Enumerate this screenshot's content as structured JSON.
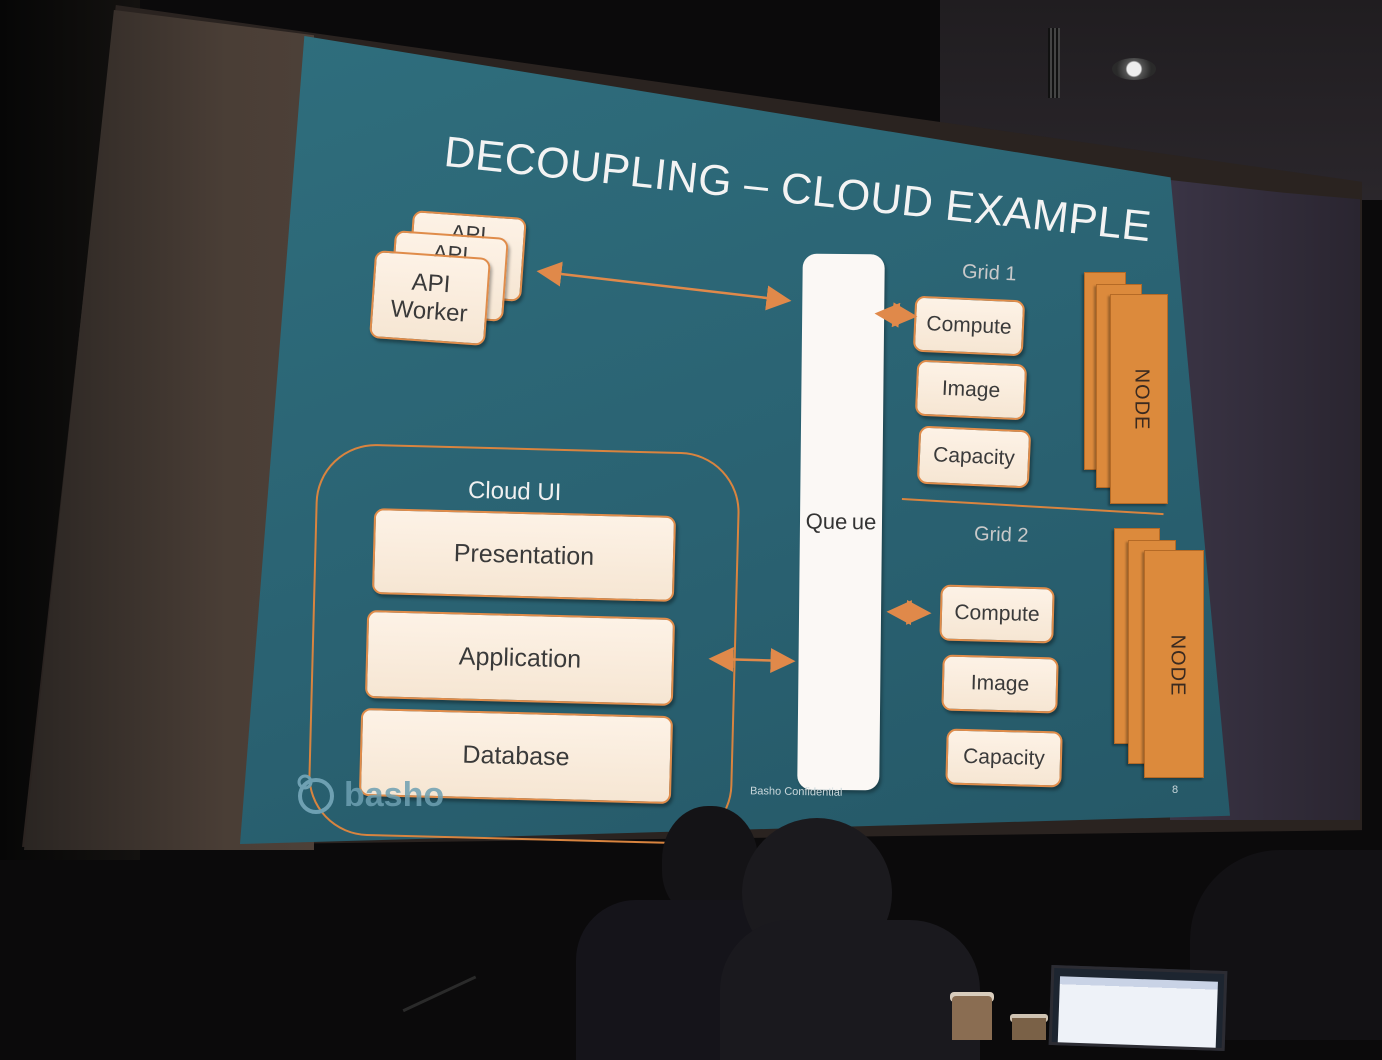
{
  "slide": {
    "title": "DECOUPLING – CLOUD EXAMPLE",
    "api_worker": {
      "back_label_1": "API",
      "back_label_2": "API",
      "line1": "API",
      "line2": "Worker"
    },
    "cloud_ui": {
      "label": "Cloud UI",
      "layers": [
        "Presentation",
        "Application",
        "Database"
      ]
    },
    "queue": {
      "line1": "Que",
      "line2": "ue"
    },
    "grid1": {
      "label": "Grid 1",
      "items": [
        "Compute",
        "Image",
        "Capacity"
      ],
      "node_label": "NODE"
    },
    "grid2": {
      "label": "Grid 2",
      "items": [
        "Compute",
        "Image",
        "Capacity"
      ],
      "node_label": "NODE"
    },
    "footer": {
      "confidential": "Basho Confidential",
      "page_number": "8",
      "logo_text": "basho"
    }
  },
  "colors": {
    "slide_background": "#2a6272",
    "accent_orange": "#dc8a3c",
    "box_fill": "#f6e6d3",
    "title_text": "#f3f3f3"
  }
}
